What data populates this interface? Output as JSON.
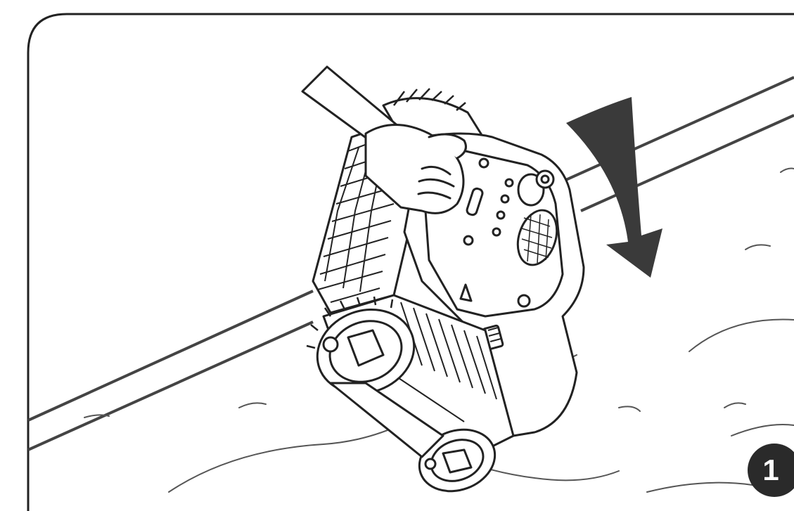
{
  "illustration": {
    "subject": "robotic-pool-cleaner",
    "action": "lowering-into-pool-by-hand",
    "arrow_direction": "down",
    "colors": {
      "line": "#222222",
      "arrow": "#3a3a3a",
      "background": "#ffffff",
      "badge": "#2a2a2a"
    }
  },
  "step": {
    "number": "1"
  }
}
